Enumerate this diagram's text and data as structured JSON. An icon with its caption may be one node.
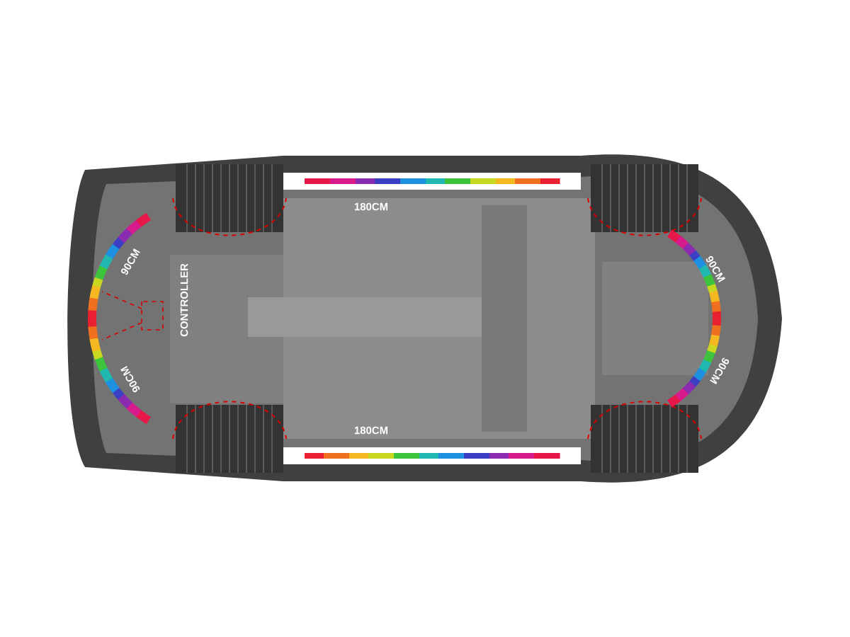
{
  "diagram": {
    "labels": [
      "180CM",
      "90CM",
      "90CM",
      "CONTROLLER",
      "90CM",
      "90CM",
      "180CM"
    ]
  }
}
